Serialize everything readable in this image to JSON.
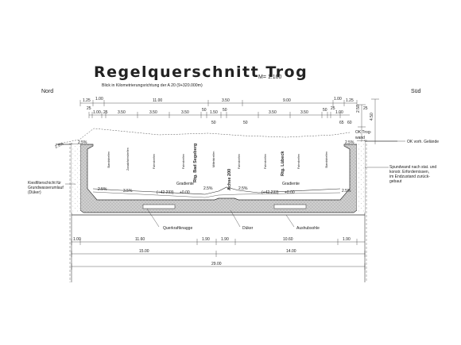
{
  "title": "Regelquerschnitt Trog",
  "scale": "M= 1:100",
  "subtitle": "Blick in Kilometrierungsrichtung der A 20 (9+320.000m)",
  "directions": {
    "left": "Nord",
    "right": "Süd"
  },
  "dims_top_row1": [
    "1.25",
    "1.00",
    "11.00",
    "3.50",
    "9.00",
    "1.00",
    "1.25"
  ],
  "dims_top_row2": [
    "25",
    "1.00",
    "25",
    "3.50",
    "3.50",
    "3.50",
    "50",
    "1.50",
    "50",
    "3.50",
    "3.50",
    "50",
    "25",
    "1.00"
  ],
  "dims_top_row3": [
    "50",
    "50",
    "65",
    "60"
  ],
  "dims_right": [
    "2.50",
    "4.50",
    "1.00",
    "25"
  ],
  "lane_labels": [
    "Standstreifen",
    "Zusatzfahrstreifen",
    "Fahrstreifen",
    "Fahrstreifen",
    "Mittelstreifen",
    "Fahrstreifen",
    "Fahrstreifen",
    "Fahrstreifen",
    "Standstreifen"
  ],
  "direction_labels": [
    "Rtg. Bad Segeberg",
    "Rtg. Lübeck"
  ],
  "axis_label": "Achse 200",
  "slopes": [
    "2.5%",
    "3.5%",
    "2.5%",
    "2.5%",
    "2.5%",
    "2.5%",
    "2.5%"
  ],
  "gradient_labels": [
    {
      "word": "Gradiente",
      "value": "(+42.233)",
      "offset": "+0.00"
    },
    {
      "word": "Gradiente",
      "value": "(+42.233)",
      "offset": "+0.00"
    }
  ],
  "labels": {
    "left_filter": [
      "Kiesfilterschicht für",
      "Grundwasserumlauf",
      "(Düker)"
    ],
    "right_sheet": [
      "Spundwand nach stat. und",
      "konstr. Erfordernissen,",
      "im Endzustand zurück-",
      "gebaut"
    ],
    "ground": "OK vorh. Gelände",
    "trough_wall": [
      "OK Trog-",
      "wand"
    ],
    "bracket": "Querkraftknagge",
    "culvert": "Düker",
    "excavation": "Aushubsohle"
  },
  "dims_bottom_row1": [
    "1.00",
    "11.60",
    "1.90",
    "1.90",
    "10.60",
    "1.90"
  ],
  "dims_bottom_row2": [
    "15.00",
    "14.00"
  ],
  "dims_bottom_total": "29.00"
}
